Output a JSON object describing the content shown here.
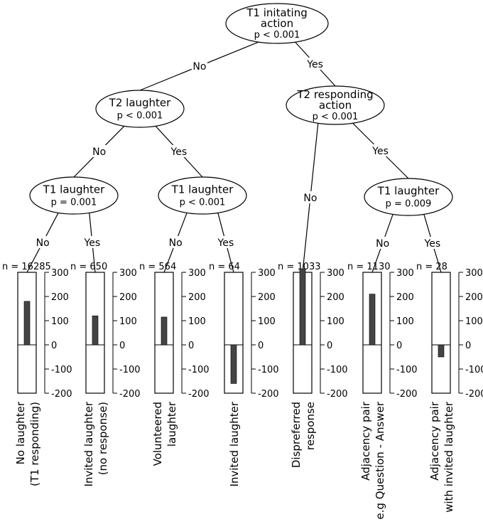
{
  "nodes": [
    {
      "id": "root",
      "lines": [
        "T1 initating",
        "action"
      ],
      "p": "p < 0.001"
    },
    {
      "id": "t2laugh",
      "lines": [
        "T2 laughter"
      ],
      "p": "p < 0.001"
    },
    {
      "id": "t2resp",
      "lines": [
        "T2 responding",
        "action"
      ],
      "p": "p < 0.001"
    },
    {
      "id": "t1laughA",
      "lines": [
        "T1 laughter"
      ],
      "p": "p = 0.001"
    },
    {
      "id": "t1laughB",
      "lines": [
        "T1 laughter"
      ],
      "p": "p < 0.001"
    },
    {
      "id": "t1laughC",
      "lines": [
        "T1 laughter"
      ],
      "p": "p = 0.009"
    }
  ],
  "edges": [
    {
      "from": "root",
      "to": "t2laugh",
      "label": "No"
    },
    {
      "from": "root",
      "to": "t2resp",
      "label": "Yes"
    },
    {
      "from": "t2laugh",
      "to": "t1laughA",
      "label": "No"
    },
    {
      "from": "t2laugh",
      "to": "t1laughB",
      "label": "Yes"
    },
    {
      "from": "t1laughA",
      "to": "leaf1",
      "label": "No"
    },
    {
      "from": "t1laughA",
      "to": "leaf2",
      "label": "Yes"
    },
    {
      "from": "t1laughB",
      "to": "leaf3",
      "label": "No"
    },
    {
      "from": "t1laughB",
      "to": "leaf4",
      "label": "Yes"
    },
    {
      "from": "t2resp",
      "to": "leaf5",
      "label": "No"
    },
    {
      "from": "t2resp",
      "to": "t1laughC",
      "label": "Yes"
    },
    {
      "from": "t1laughC",
      "to": "leaf6",
      "label": "No"
    },
    {
      "from": "t1laughC",
      "to": "leaf7",
      "label": "Yes"
    }
  ],
  "chart_data": {
    "type": "bar",
    "ylim": [
      -200,
      300
    ],
    "yticks": [
      "300",
      "200",
      "100",
      "0",
      "-100",
      "-200"
    ],
    "leaves": [
      {
        "id": "leaf1",
        "n": "n = 16285",
        "value": 180,
        "label": [
          "No laughter",
          "(T1 responding)"
        ]
      },
      {
        "id": "leaf2",
        "n": "n = 650",
        "value": 120,
        "label": [
          "Invited laughter",
          "(no response)"
        ]
      },
      {
        "id": "leaf3",
        "n": "n = 564",
        "value": 115,
        "label": [
          "Volunteered",
          "laughter"
        ]
      },
      {
        "id": "leaf4",
        "n": "n = 64",
        "value": -160,
        "label": [
          "Invited laughter"
        ]
      },
      {
        "id": "leaf5",
        "n": "n = 1033",
        "value": 315,
        "label": [
          "Dispreferred",
          "response"
        ]
      },
      {
        "id": "leaf6",
        "n": "n = 1130",
        "value": 210,
        "label": [
          "Adjacency pair",
          "e.g Question - Answer"
        ]
      },
      {
        "id": "leaf7",
        "n": "n = 28",
        "value": -50,
        "label": [
          "Adjacency pair",
          "with invited laughter"
        ]
      }
    ]
  }
}
